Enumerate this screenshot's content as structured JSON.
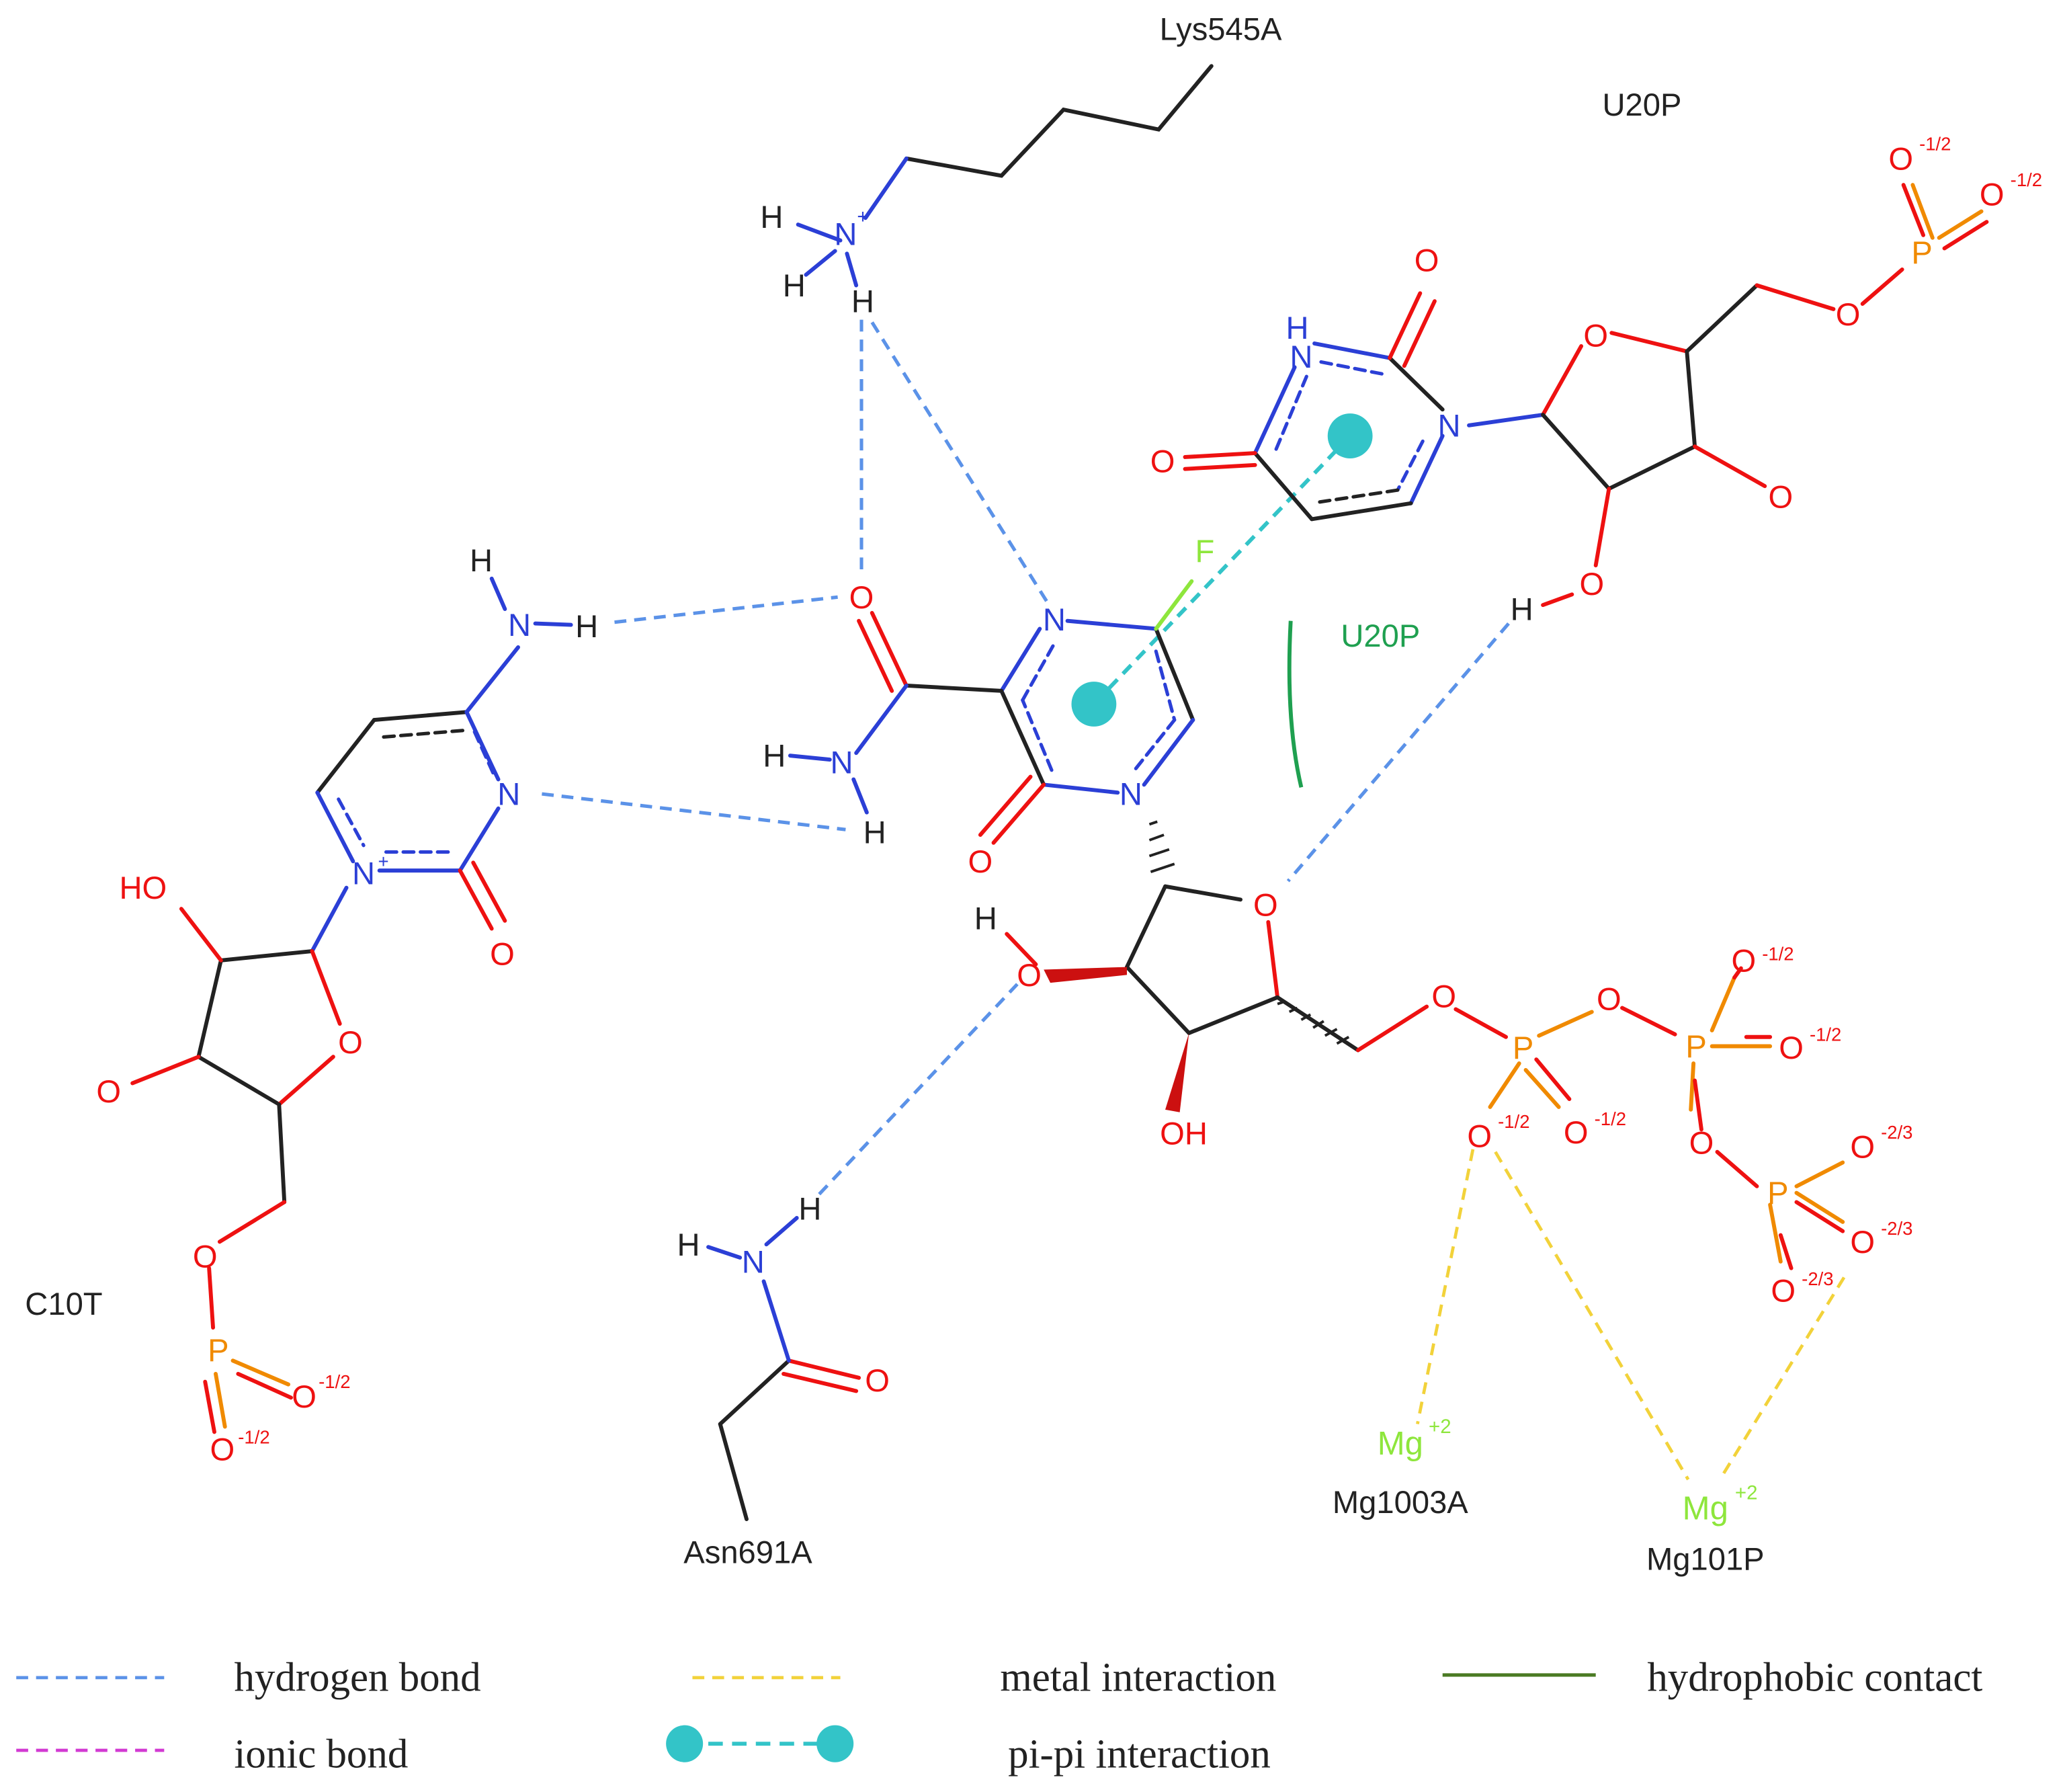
{
  "residues": {
    "lys545a": "Lys545A",
    "u20p_top": "U20P",
    "u20p_contact": "U20P",
    "c10t": "C10T",
    "asn691a": "Asn691A",
    "mg1003a": "Mg1003A",
    "mg101p": "Mg101P"
  },
  "atoms": {
    "N": "N",
    "O": "O",
    "H": "H",
    "F": "F",
    "P": "P",
    "OH": "OH",
    "HO": "HO",
    "Mg": "Mg",
    "plus": "+",
    "mg_charge": "+2",
    "half": "-1/2",
    "twothirds": "-2/3"
  },
  "legend": {
    "hydrogen_bond": "hydrogen bond",
    "ionic_bond": "ionic bond",
    "metal_interaction": "metal interaction",
    "pi_pi_interaction": "pi-pi interaction",
    "hydrophobic_contact": "hydrophobic contact"
  },
  "colors": {
    "carbon": "#222222",
    "nitrogen": "#2b3fd6",
    "oxygen": "#ee1111",
    "phosphorus": "#f08a00",
    "fluorine": "#8ee63c",
    "magnesium": "#8ee63c",
    "hbond": "#5b92e8",
    "ionic": "#d23ad2",
    "metal": "#f2d23a",
    "pipi": "#33c4c8",
    "hydrophobic_legend": "#4a7a23",
    "hydrophobic_contact": "#1fa050"
  }
}
